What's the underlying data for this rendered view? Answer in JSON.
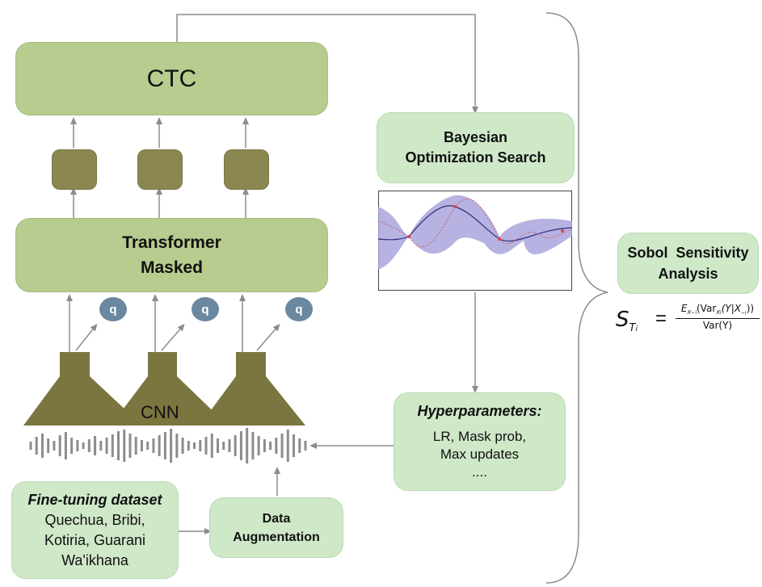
{
  "ctc": {
    "label": "CTC"
  },
  "transformer": {
    "line1": "Transformer",
    "line2": "Masked"
  },
  "q_label": "q",
  "cnn": {
    "label": "CNN"
  },
  "bayesian": {
    "line1": "Bayesian",
    "line2": "Optimization Search"
  },
  "hyperparameters": {
    "title": "Hyperparameters:",
    "line1": "LR, Mask prob,",
    "line2": "Max updates",
    "line3": "...."
  },
  "dataset": {
    "title": "Fine-tuning dataset",
    "line1": "Quechua, Bribi,",
    "line2": "Kotiria, Guarani",
    "line3": "Wa'ikhana"
  },
  "augmentation": {
    "line1": "Data",
    "line2": "Augmentation"
  },
  "sobol": {
    "line1": "Sobol  Sensitivity",
    "line2": "Analysis"
  },
  "formula": {
    "lhs": "S",
    "lhs_sub": "T",
    "lhs_subsub": "i",
    "numerator": "E",
    "numerator_sub": "X",
    "numerator_rest": "(Var",
    "var_sub": "X",
    "var_args": "(Y|X",
    "denominator": "Var(Y)"
  },
  "colors": {
    "olive": "#b7cc8e",
    "mint": "#cfe8c8",
    "dark_olive": "#8a8750",
    "cnn": "#7b7640",
    "q_circle": "#6c87a0",
    "arrow": "#8c8c8c"
  }
}
